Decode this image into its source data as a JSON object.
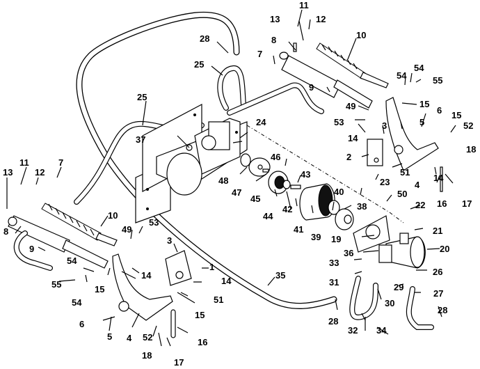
{
  "diagram": {
    "title": "Hydraulic lift assembly exploded parts view",
    "callouts": [
      {
        "id": "c11a",
        "text": "11"
      },
      {
        "id": "c12a",
        "text": "12"
      },
      {
        "id": "c13a",
        "text": "13"
      },
      {
        "id": "c10a",
        "text": "10"
      },
      {
        "id": "c8a",
        "text": "8"
      },
      {
        "id": "c7a",
        "text": "7"
      },
      {
        "id": "c28a",
        "text": "28"
      },
      {
        "id": "c25a",
        "text": "25"
      },
      {
        "id": "c25b",
        "text": "25"
      },
      {
        "id": "c9a",
        "text": "9"
      },
      {
        "id": "c54a",
        "text": "54"
      },
      {
        "id": "c54b",
        "text": "54"
      },
      {
        "id": "c55a",
        "text": "55"
      },
      {
        "id": "c15a",
        "text": "15"
      },
      {
        "id": "c49a",
        "text": "49"
      },
      {
        "id": "c53a",
        "text": "53"
      },
      {
        "id": "c14a",
        "text": "14"
      },
      {
        "id": "c6a",
        "text": "6"
      },
      {
        "id": "c5a",
        "text": "5"
      },
      {
        "id": "c3a",
        "text": "3"
      },
      {
        "id": "c15b",
        "text": "15"
      },
      {
        "id": "c52a",
        "text": "52"
      },
      {
        "id": "c18a",
        "text": "18"
      },
      {
        "id": "c2a",
        "text": "2"
      },
      {
        "id": "c51a",
        "text": "51"
      },
      {
        "id": "c14b",
        "text": "14"
      },
      {
        "id": "c4a",
        "text": "4"
      },
      {
        "id": "c16a",
        "text": "16"
      },
      {
        "id": "c17a",
        "text": "17"
      },
      {
        "id": "c37a",
        "text": "37"
      },
      {
        "id": "c24a",
        "text": "24"
      },
      {
        "id": "c46a",
        "text": "46"
      },
      {
        "id": "c43a",
        "text": "43"
      },
      {
        "id": "c48a",
        "text": "48"
      },
      {
        "id": "c47a",
        "text": "47"
      },
      {
        "id": "c45a",
        "text": "45"
      },
      {
        "id": "c44a",
        "text": "44"
      },
      {
        "id": "c42a",
        "text": "42"
      },
      {
        "id": "c41a",
        "text": "41"
      },
      {
        "id": "c40a",
        "text": "40"
      },
      {
        "id": "c39a",
        "text": "39"
      },
      {
        "id": "c38a",
        "text": "38"
      },
      {
        "id": "c23a",
        "text": "23"
      },
      {
        "id": "c50a",
        "text": "50"
      },
      {
        "id": "c22a",
        "text": "22"
      },
      {
        "id": "c21a",
        "text": "21"
      },
      {
        "id": "c20a",
        "text": "20"
      },
      {
        "id": "c19a",
        "text": "19"
      },
      {
        "id": "c36a",
        "text": "36"
      },
      {
        "id": "c33a",
        "text": "33"
      },
      {
        "id": "c31a",
        "text": "31"
      },
      {
        "id": "c26a",
        "text": "26"
      },
      {
        "id": "c29a",
        "text": "29"
      },
      {
        "id": "c30a",
        "text": "30"
      },
      {
        "id": "c27a",
        "text": "27"
      },
      {
        "id": "c28b",
        "text": "28"
      },
      {
        "id": "c28c",
        "text": "28"
      },
      {
        "id": "c32a",
        "text": "32"
      },
      {
        "id": "c34a",
        "text": "34"
      },
      {
        "id": "c35a",
        "text": "35"
      },
      {
        "id": "c11b",
        "text": "11"
      },
      {
        "id": "c12b",
        "text": "12"
      },
      {
        "id": "c7b",
        "text": "7"
      },
      {
        "id": "c13b",
        "text": "13"
      },
      {
        "id": "c10b",
        "text": "10"
      },
      {
        "id": "c8b",
        "text": "8"
      },
      {
        "id": "c49b",
        "text": "49"
      },
      {
        "id": "c53b",
        "text": "53"
      },
      {
        "id": "c9b",
        "text": "9"
      },
      {
        "id": "c3b",
        "text": "3"
      },
      {
        "id": "c1a",
        "text": "1"
      },
      {
        "id": "c54c",
        "text": "54"
      },
      {
        "id": "c55b",
        "text": "55"
      },
      {
        "id": "c14c",
        "text": "14"
      },
      {
        "id": "c14d",
        "text": "14"
      },
      {
        "id": "c15c",
        "text": "15"
      },
      {
        "id": "c54d",
        "text": "54"
      },
      {
        "id": "c51b",
        "text": "51"
      },
      {
        "id": "c15d",
        "text": "15"
      },
      {
        "id": "c6b",
        "text": "6"
      },
      {
        "id": "c5b",
        "text": "5"
      },
      {
        "id": "c4b",
        "text": "4"
      },
      {
        "id": "c52b",
        "text": "52"
      },
      {
        "id": "c16b",
        "text": "16"
      },
      {
        "id": "c18b",
        "text": "18"
      },
      {
        "id": "c17b",
        "text": "17"
      }
    ]
  }
}
